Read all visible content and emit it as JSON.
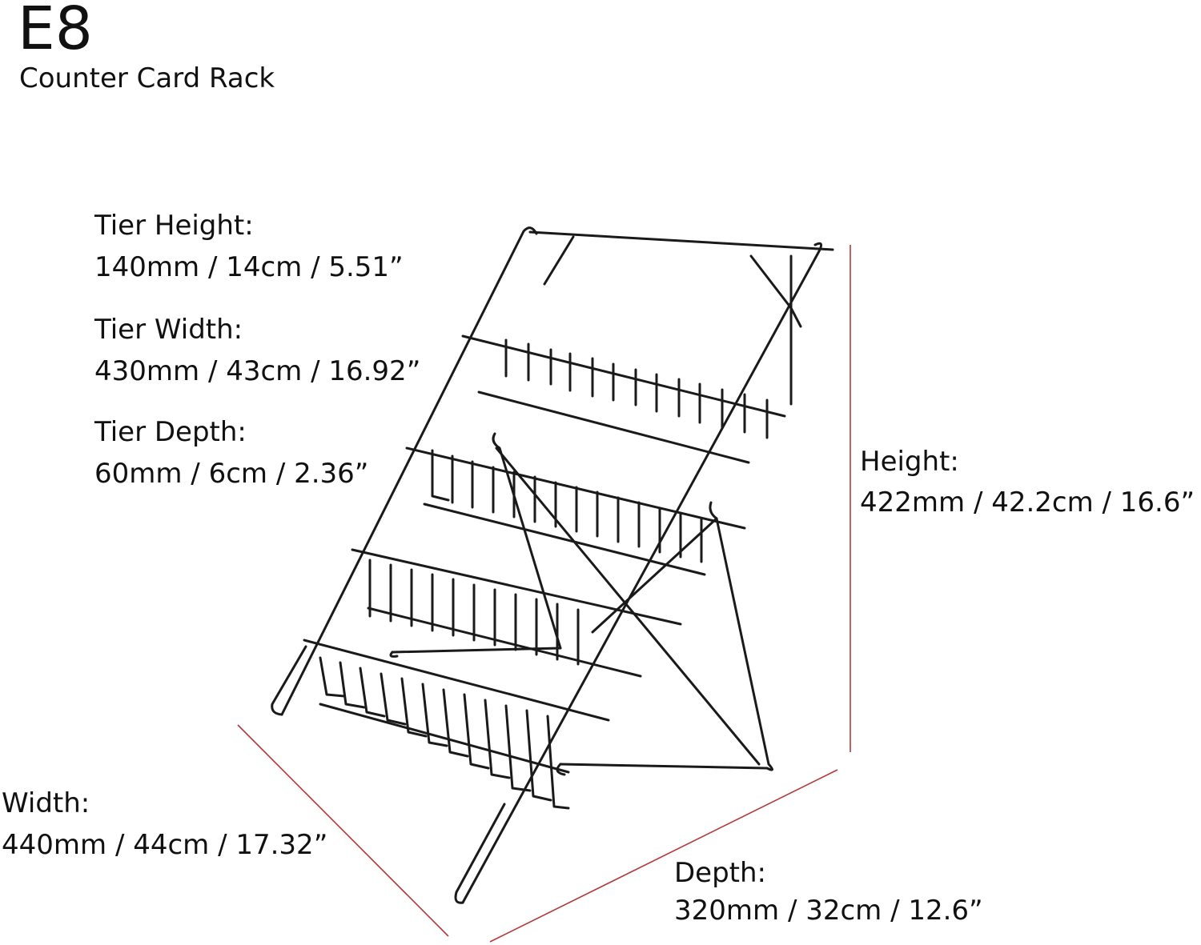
{
  "product": {
    "code": "E8",
    "name": "Counter Card Rack"
  },
  "dimensions": {
    "tier_height": {
      "label": "Tier Height:",
      "value": "140mm / 14cm / 5.51”"
    },
    "tier_width": {
      "label": "Tier Width:",
      "value": "430mm / 43cm / 16.92”"
    },
    "tier_depth": {
      "label": "Tier Depth:",
      "value": "60mm / 6cm / 2.36”"
    },
    "height": {
      "label": "Height:",
      "value": "422mm / 42.2cm / 16.6”"
    },
    "width": {
      "label": "Width:",
      "value": "440mm / 44cm / 17.32”"
    },
    "depth": {
      "label": "Depth:",
      "value": "320mm / 32cm / 12.6”"
    }
  },
  "colors": {
    "wire": "#1a1a1a",
    "dimension_line": "#b33a3a",
    "text": "#111111"
  }
}
